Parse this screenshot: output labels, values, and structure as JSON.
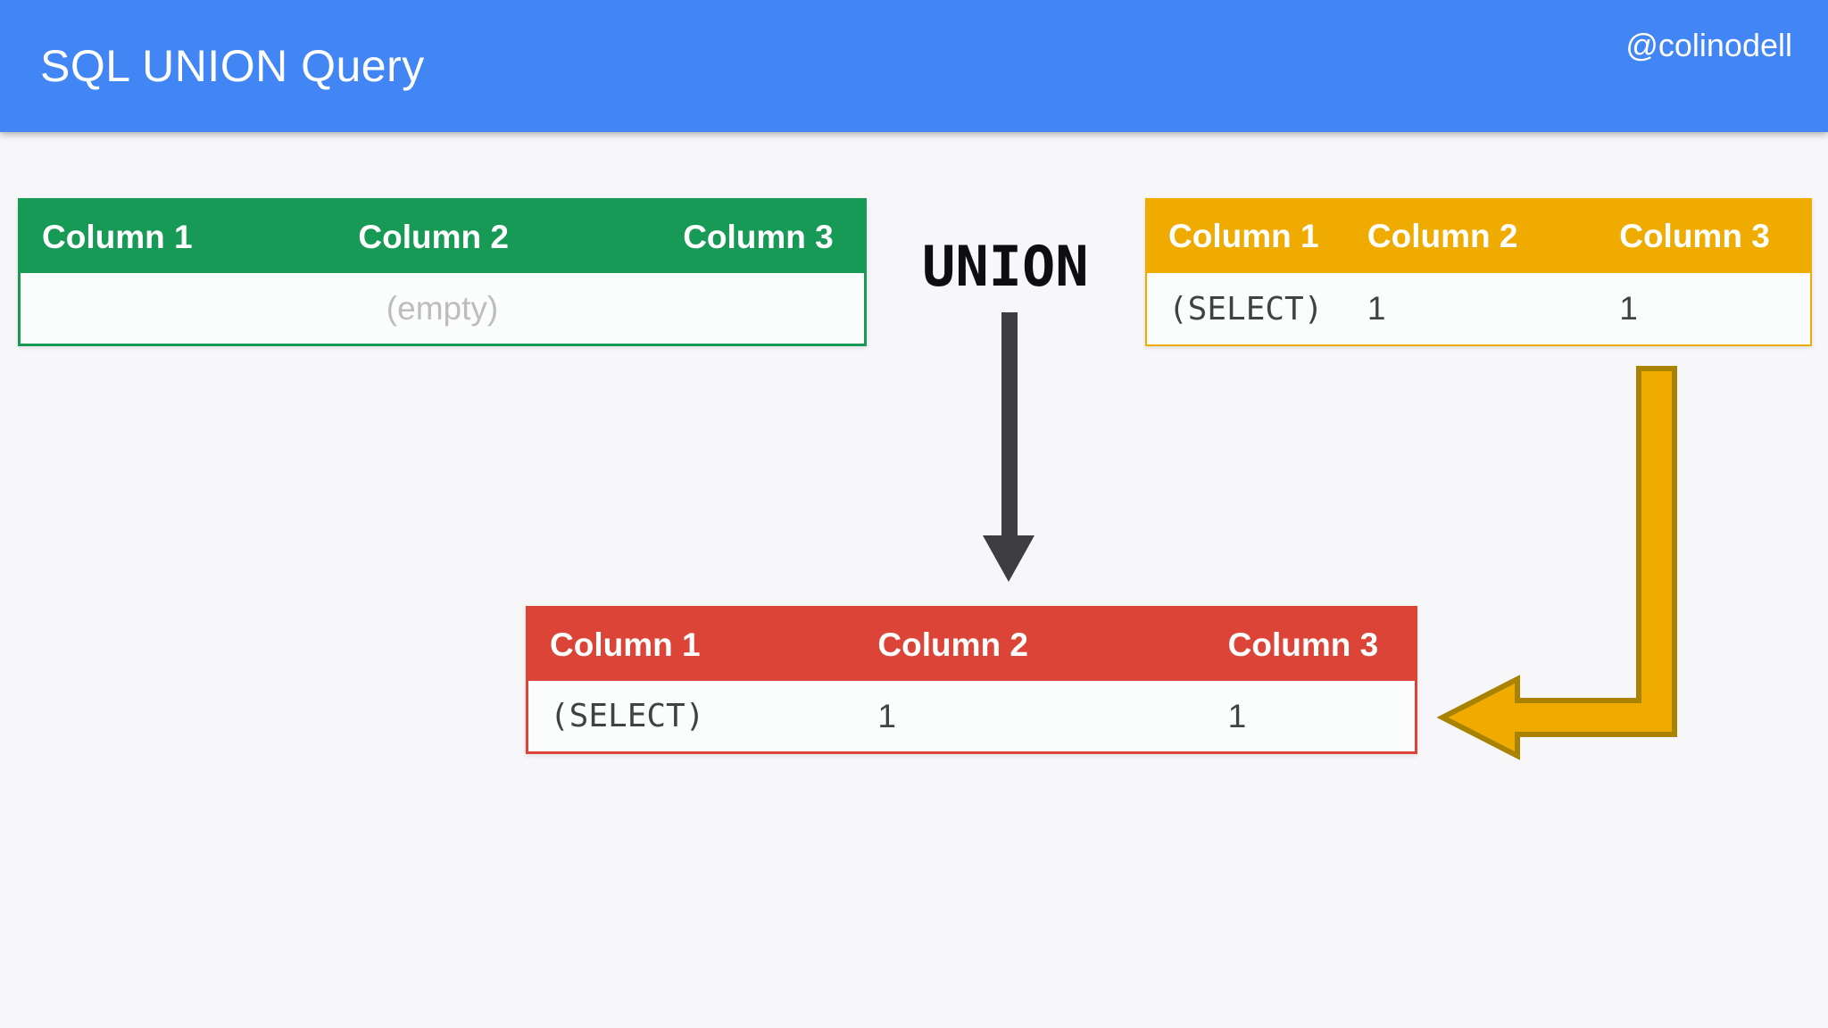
{
  "header": {
    "title": "SQL UNION Query",
    "handle": "@colinodell"
  },
  "union_label": "UNION",
  "left_table": {
    "columns": [
      "Column 1",
      "Column 2",
      "Column 3"
    ],
    "empty_label": "(empty)"
  },
  "right_table": {
    "columns": [
      "Column 1",
      "Column 2",
      "Column 3"
    ],
    "row": [
      "(SELECT)",
      "1",
      "1"
    ]
  },
  "result_table": {
    "columns": [
      "Column 1",
      "Column 2",
      "Column 3"
    ],
    "row": [
      "(SELECT)",
      "1",
      "1"
    ]
  },
  "colors": {
    "header_bg": "#4285F4",
    "green": "#189A57",
    "yellow": "#EFAB00",
    "yellow_stroke": "#A98200",
    "red": "#DB4437",
    "arrow_dark": "#3E3E40",
    "page_bg": "#F7F7FA",
    "body_text": "#3F4245",
    "muted_text": "#BDBDBD"
  }
}
